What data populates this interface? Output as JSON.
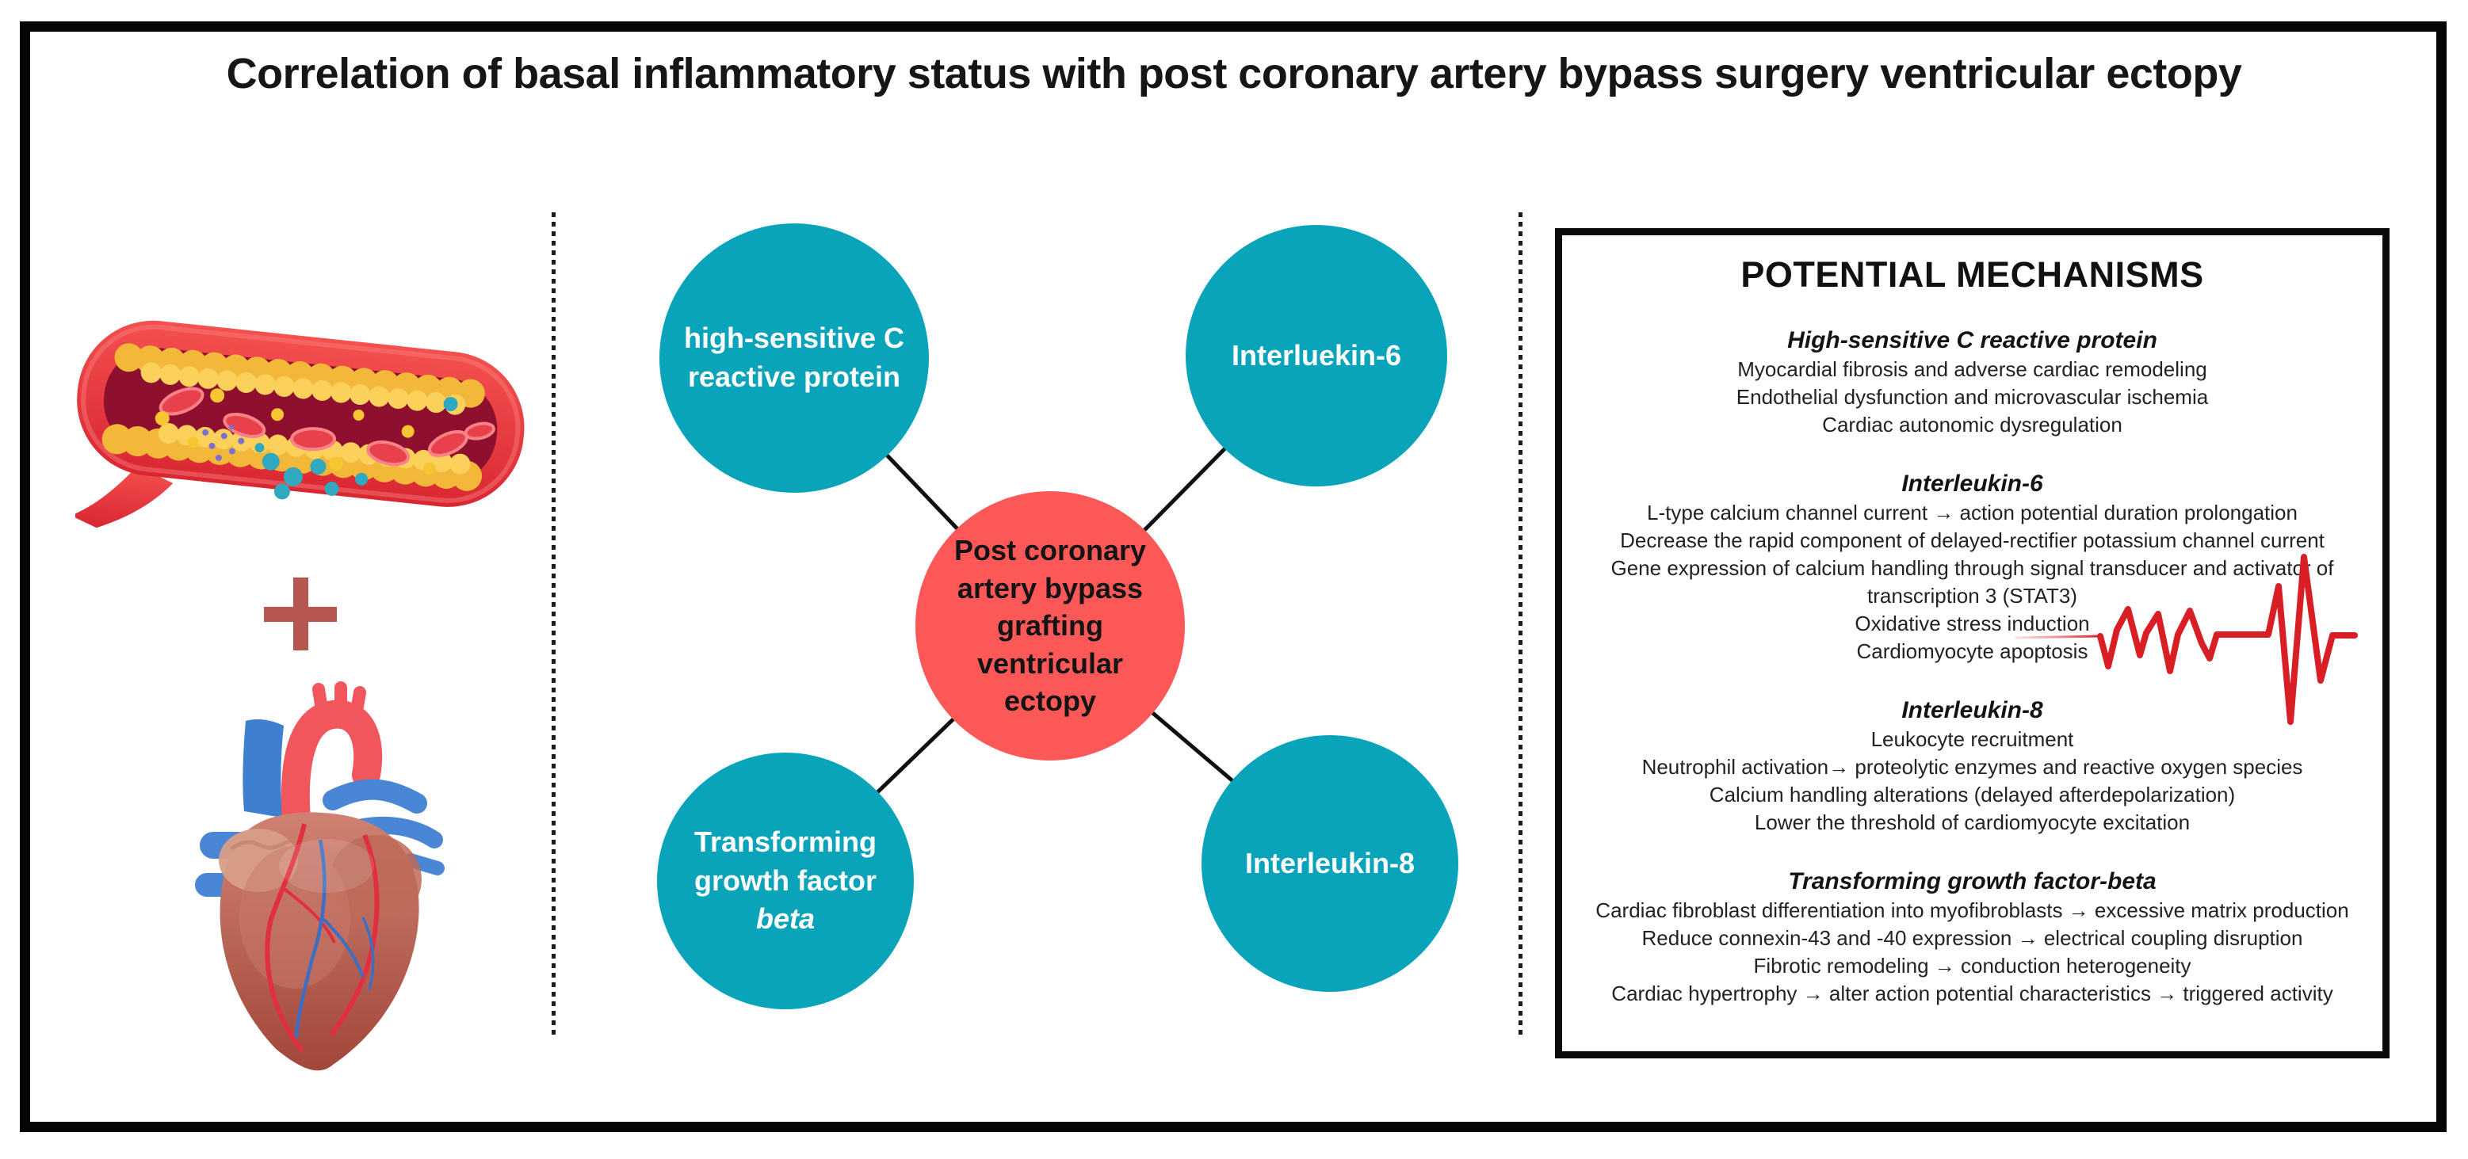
{
  "title": "Correlation of  basal inflammatory status with post coronary artery bypass surgery ventricular ectopy",
  "colors": {
    "node_teal": "#0aa4ba",
    "node_red": "#fc5858",
    "ecg_red": "#d81f26",
    "plus_sign": "#b5574f",
    "connector_line": "#101010",
    "frame_border": "#060606"
  },
  "icons": {
    "plus": "plus-icon",
    "ecg": "ecg-trace-icon",
    "vessel": "atherosclerosis-vessel-illustration",
    "heart": "heart-illustration"
  },
  "diagram": {
    "nodes": {
      "hscrp": {
        "lines": [
          "high-sensitive C",
          "reactive protein"
        ]
      },
      "il6": {
        "label": "Interluekin-6"
      },
      "tgf": {
        "lines": [
          "Transforming",
          "growth factor",
          "beta"
        ]
      },
      "il8": {
        "label": "Interleukin-8"
      },
      "center": {
        "lines": [
          "Post coronary",
          "artery bypass",
          "grafting",
          "ventricular",
          "ectopy"
        ]
      }
    }
  },
  "mechanisms": {
    "title": "POTENTIAL MECHANISMS",
    "sections": [
      {
        "heading": "High-sensitive C reactive protein",
        "lines": [
          "Myocardial fibrosis and adverse cardiac remodeling",
          "Endothelial dysfunction and microvascular ischemia",
          "Cardiac autonomic dysregulation"
        ]
      },
      {
        "heading": "Interleukin-6",
        "lines": [
          "L-type calcium channel current → action potential duration prolongation",
          "Decrease the rapid component of delayed-rectifier potassium channel current",
          "Gene expression  of calcium handling through signal transducer and activator of",
          "transcription 3 (STAT3)",
          "Oxidative stress induction",
          "Cardiomyocyte apoptosis"
        ]
      },
      {
        "heading": "Interleukin-8",
        "lines": [
          "Leukocyte recruitment",
          "Neutrophil activation→ proteolytic enzymes and reactive oxygen species",
          "Calcium handling alterations (delayed afterdepolarization)",
          "Lower the threshold of cardiomyocyte excitation"
        ]
      },
      {
        "heading": "Transforming growth factor-beta",
        "lines": [
          "Cardiac fibroblast differentiation into myofibroblasts → excessive matrix production",
          "Reduce connexin-43 and -40 expression → electrical coupling disruption",
          "Fibrotic remodeling → conduction heterogeneity",
          "Cardiac hypertrophy → alter action potential characteristics → triggered activity"
        ]
      }
    ]
  }
}
